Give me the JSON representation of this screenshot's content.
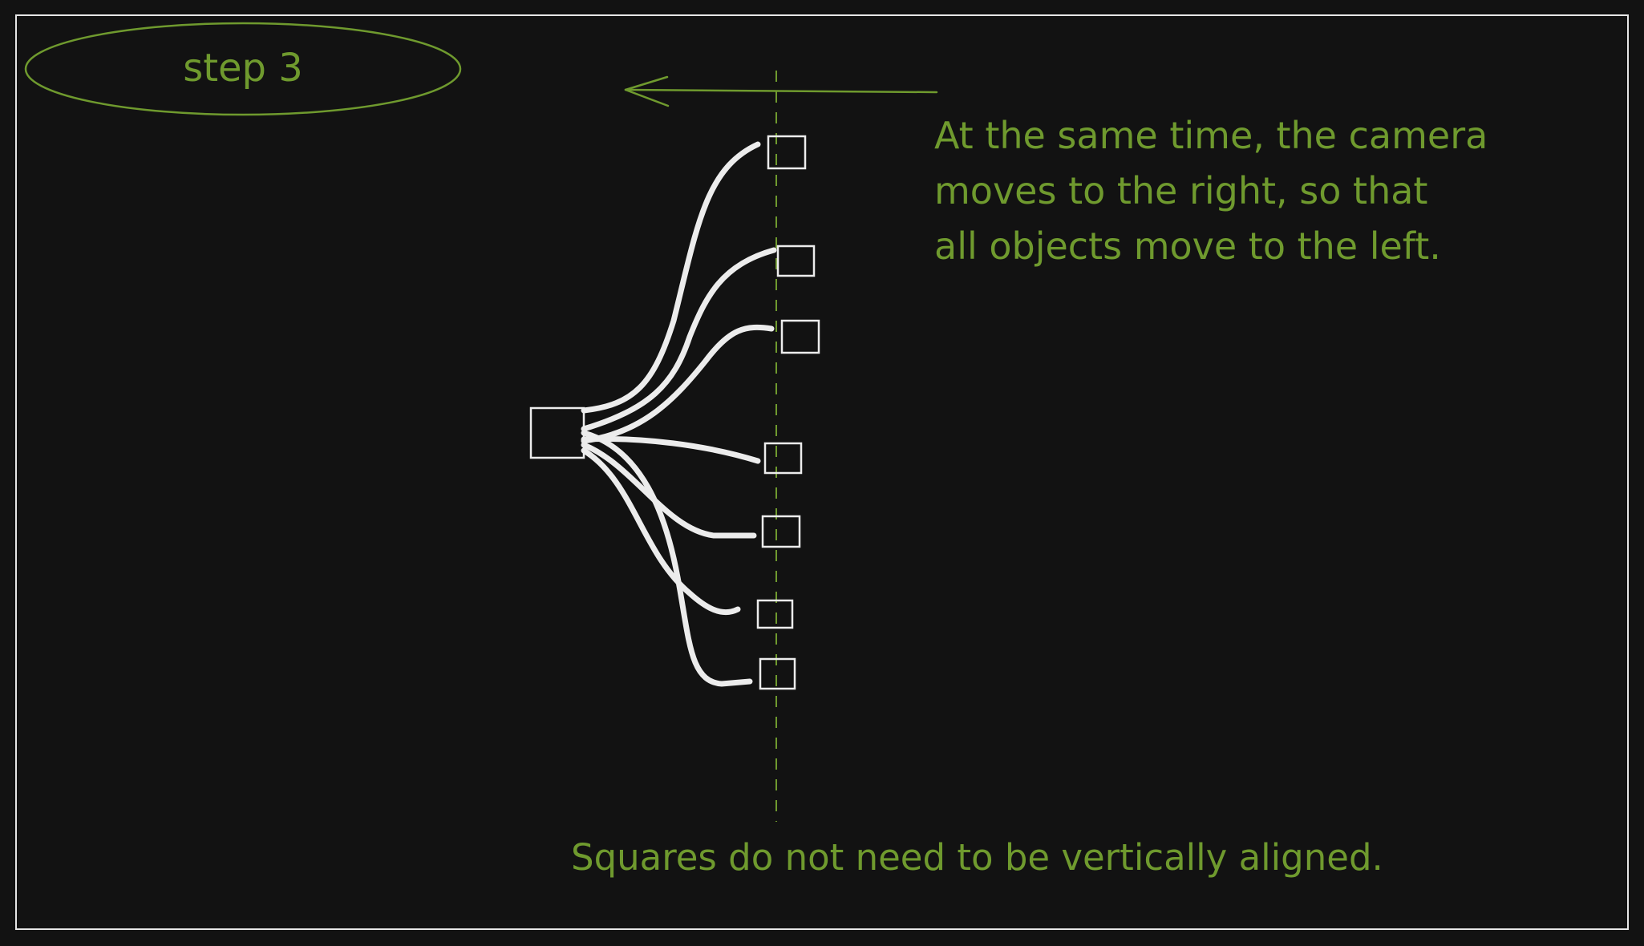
{
  "step_label": "step 3",
  "description_lines": [
    "At the same time, the camera",
    "moves to the right, so that",
    "all objects move to the left."
  ],
  "footnote": "Squares do not need to be vertically aligned.",
  "colors": {
    "background": "#121212",
    "accent": "#6f9a2e",
    "stroke": "#ececec"
  },
  "icons": {
    "arrow": "left-arrow-icon"
  }
}
